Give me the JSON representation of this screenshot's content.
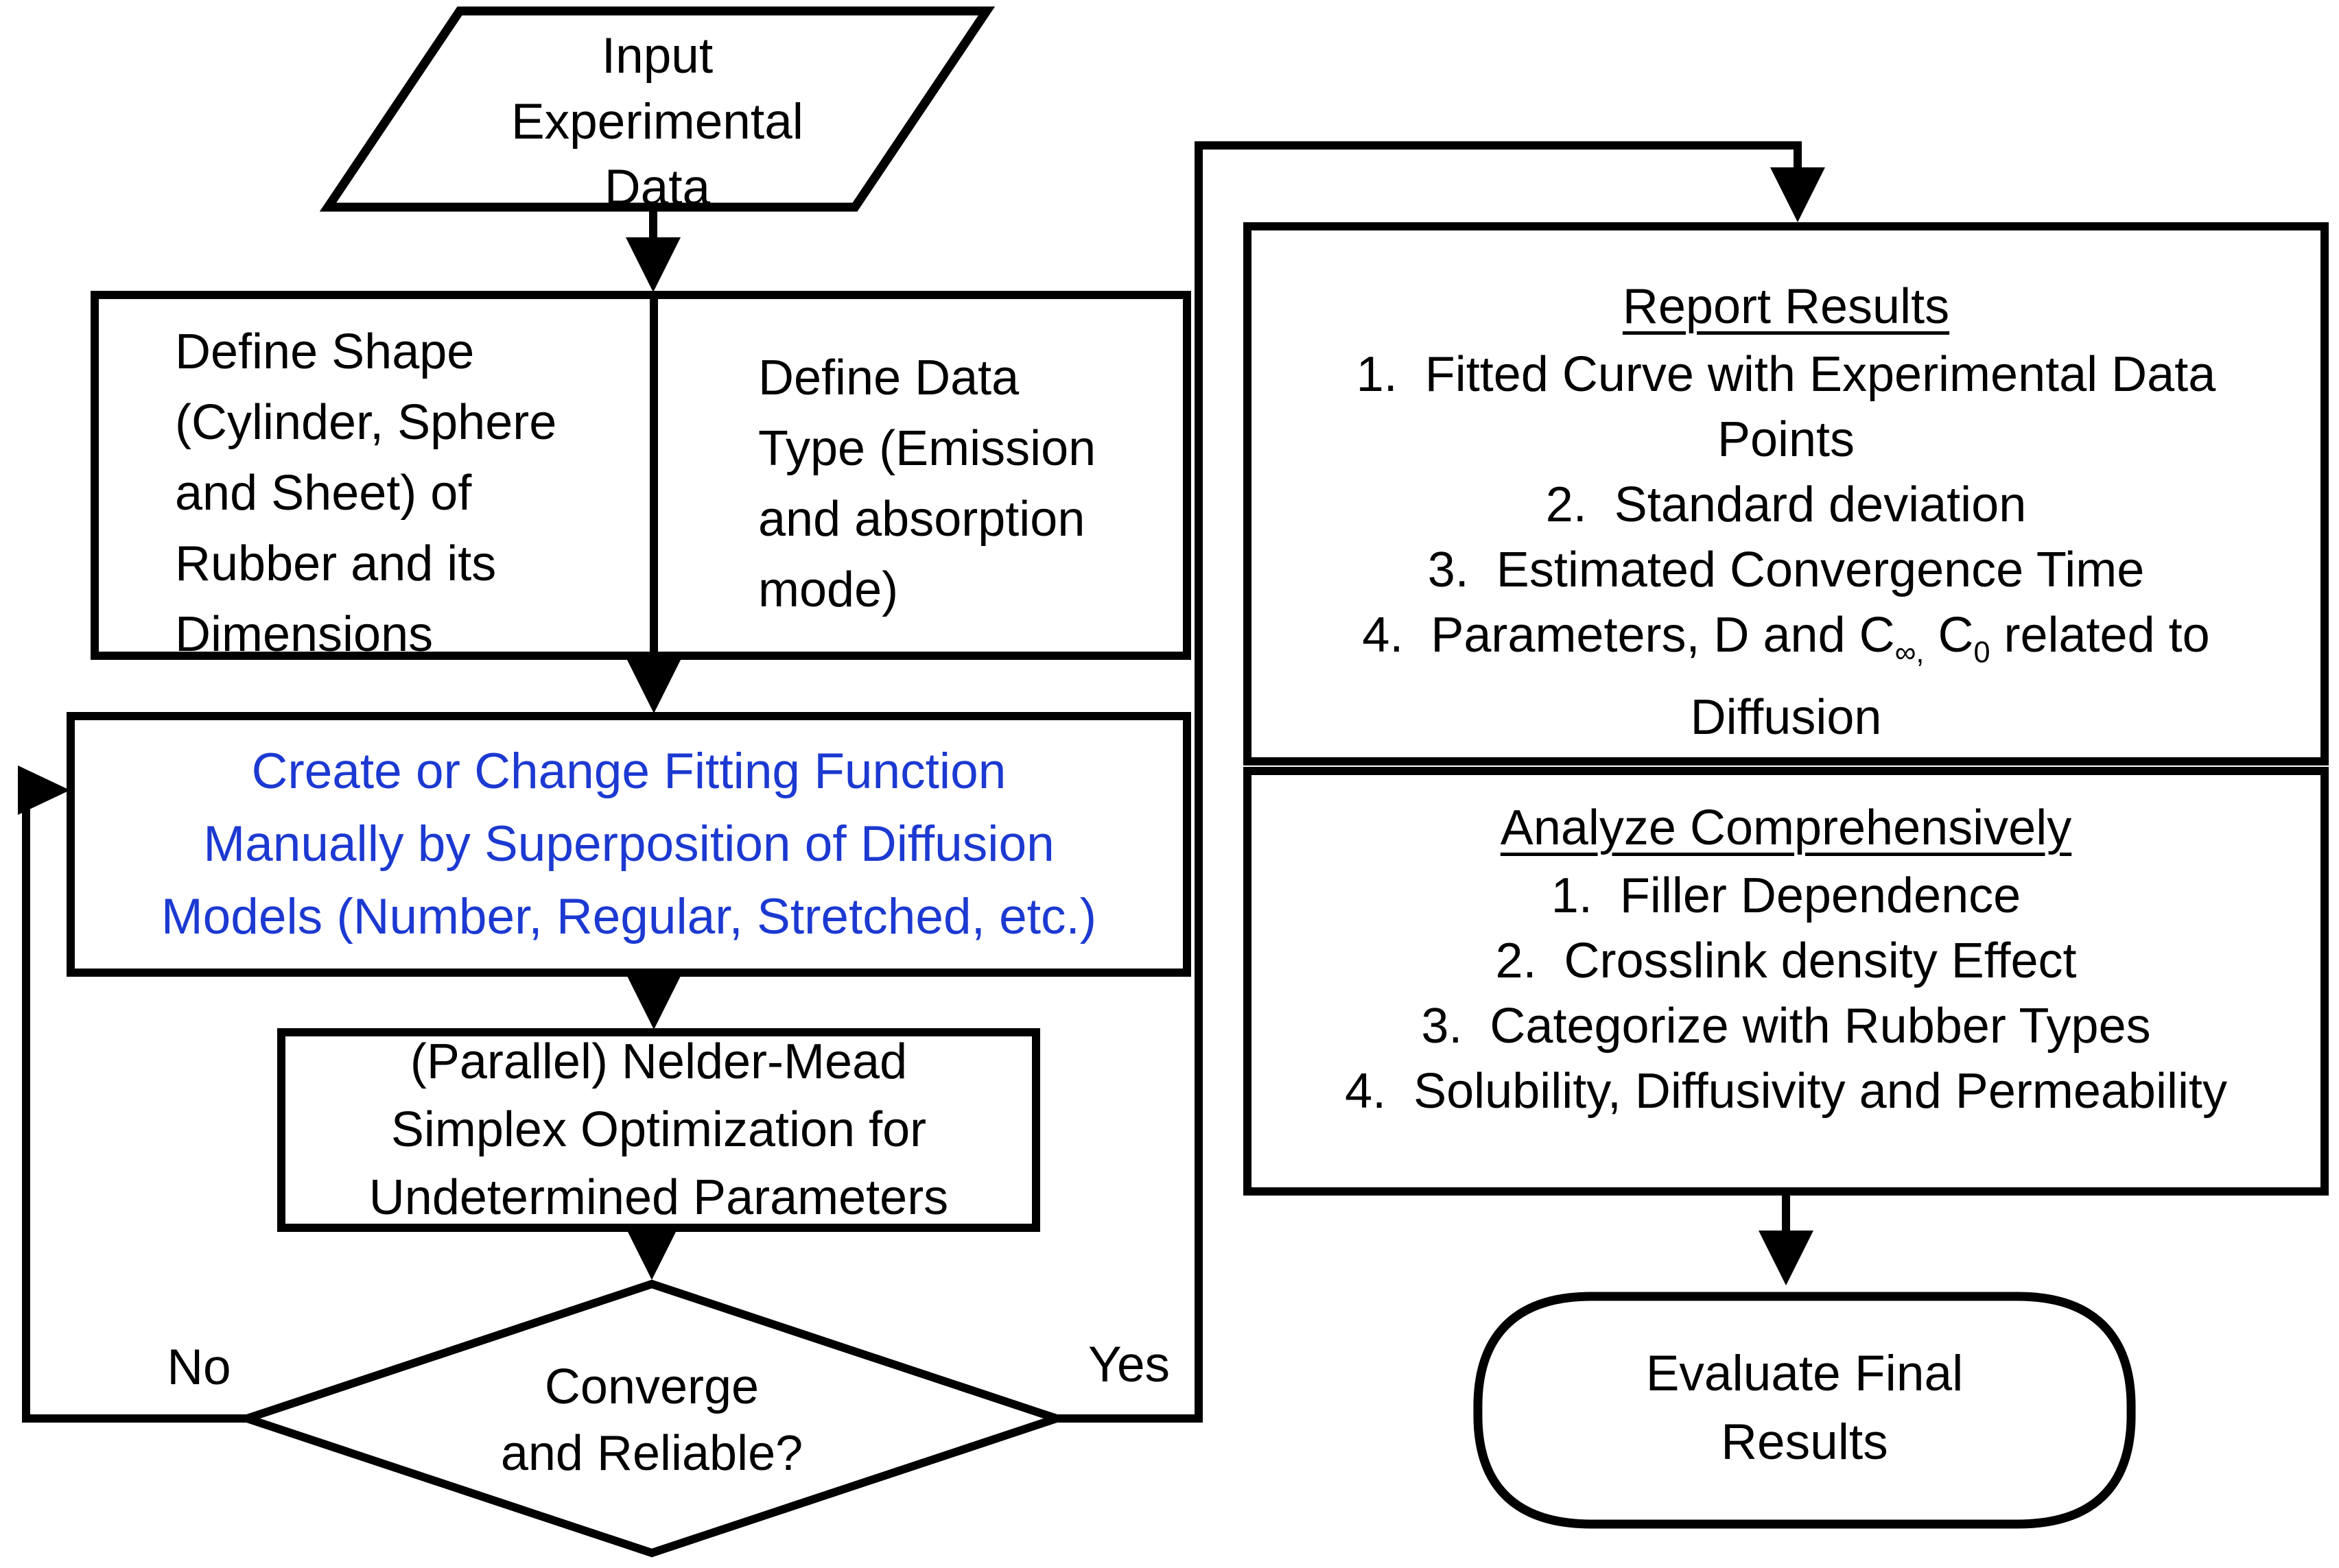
{
  "flowchart": {
    "colors": {
      "flow_line": "#000000",
      "box_fill": "#FFFFFF",
      "accent_text": "#1C39D1"
    },
    "nodes": {
      "input": {
        "label": "Input\nExperimental\nData"
      },
      "define_shape": {
        "label": "Define Shape\n(Cylinder, Sphere\nand Sheet) of\nRubber and its\nDimensions"
      },
      "define_data": {
        "label": "Define Data\nType (Emission\nand absorption\nmode)"
      },
      "fitting": {
        "label": "Create or Change Fitting Function\nManually by Superposition of Diffusion\nModels (Number, Regular, Stretched, etc.)"
      },
      "optimization": {
        "label": "(Parallel) Nelder-Mead\nSimplex Optimization for\nUndetermined Parameters"
      },
      "decision": {
        "label": "Converge\nand Reliable?",
        "no_label": "No",
        "yes_label": "Yes"
      },
      "report": {
        "title": "Report Results",
        "items": [
          {
            "text": "1.  Fitted Curve with Experimental Data\nPoints"
          },
          {
            "text": "2.  Standard deviation"
          },
          {
            "text": "3.  Estimated Convergence Time"
          },
          {
            "parts": [
              {
                "t": "4.  Parameters, D and C"
              },
              {
                "t": "∞,",
                "sub": true
              },
              {
                "t": " C"
              },
              {
                "t": "0",
                "sub": true
              },
              {
                "t": " related to\nDiffusion"
              }
            ]
          }
        ]
      },
      "analyze": {
        "title": "Analyze Comprehensively",
        "items": [
          {
            "text": "1.  Filler Dependence"
          },
          {
            "text": "2.  Crosslink density Effect"
          },
          {
            "text": "3.  Categorize with Rubber Types"
          },
          {
            "text": "4.  Solubility, Diffusivity and Permeability"
          }
        ]
      },
      "evaluate": {
        "label": "Evaluate Final\nResults"
      }
    }
  }
}
